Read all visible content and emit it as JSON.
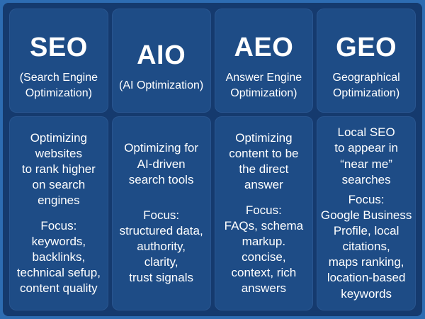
{
  "colors": {
    "frame": "#2d6cb2",
    "background": "#153a6e",
    "card": "#1e4c86",
    "text": "#ffffff"
  },
  "columns": [
    {
      "id": "seo",
      "acronym": "SEO",
      "subtitle": "(Search Engine\nOptimization)",
      "description": "Optimizing\nwebsites\nto rank higher\non search\nengines",
      "focus": "Focus:\nkeywords,\nbacklinks,\ntechnical sefup,\ncontent quality"
    },
    {
      "id": "aio",
      "acronym": "AIO",
      "subtitle": "(AI Optimization)",
      "description": "Optimizing for\nAI-driven\nsearch tools",
      "focus": "Focus:\nstructured data,\nauthority,\nclarity,\ntrust signals"
    },
    {
      "id": "aeo",
      "acronym": "AEO",
      "subtitle": "Answer Engine\nOptimization)",
      "description": "Optimizing\ncontent to be\nthe direct\nanswer",
      "focus": "Focus:\nFAQs, schema\nmarkup.\nconcise,\ncontext, rich\nanswers"
    },
    {
      "id": "geo",
      "acronym": "GEO",
      "subtitle": "Geographical\nOptimization)",
      "description": "Local SEO\nto appear in\n“near me”\nsearches",
      "focus": "Focus:\nGoogle Business\nProfile, local\ncitations,\nmaps ranking,\nlocation-based\nkeywords"
    }
  ]
}
